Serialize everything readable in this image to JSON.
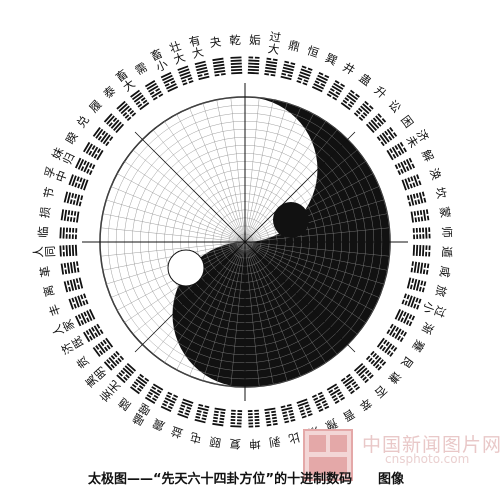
{
  "diagram": {
    "hexagram_names": [
      "乾",
      "夬",
      "大有",
      "大壮",
      "小畜",
      "需",
      "大畜",
      "泰",
      "履",
      "兑",
      "睽",
      "归妹",
      "中孚",
      "节",
      "损",
      "临",
      "同人",
      "革",
      "离",
      "丰",
      "家人",
      "既济",
      "贲",
      "明夷",
      "无妄",
      "随",
      "噬嗑",
      "震",
      "益",
      "屯",
      "颐",
      "复",
      "姤",
      "大过",
      "鼎",
      "恒",
      "巽",
      "井",
      "蛊",
      "升",
      "讼",
      "困",
      "未济",
      "解",
      "涣",
      "坎",
      "蒙",
      "师",
      "遁",
      "咸",
      "旅",
      "小过",
      "渐",
      "蹇",
      "艮",
      "谦",
      "否",
      "萃",
      "晋",
      "豫",
      "观",
      "比",
      "剥",
      "坤"
    ],
    "colors": {
      "ink": "#111111",
      "paper": "#ffffff",
      "seal": "#e4a8a8"
    }
  },
  "caption": {
    "title": "太极图——“先天六十四卦方位”的十进制数码",
    "suffix": "图像"
  },
  "watermark": {
    "site_name": "中国新闻图片网",
    "url": "cnsphoto.com",
    "seal_text": "新闻社"
  }
}
